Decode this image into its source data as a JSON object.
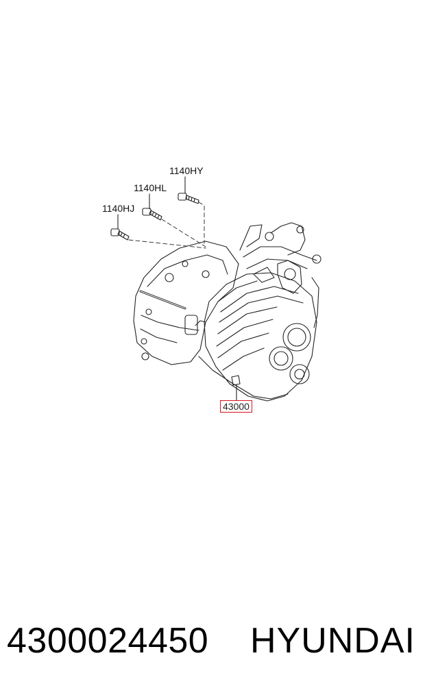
{
  "diagram": {
    "callouts": [
      {
        "id": "bolt-1140hy",
        "label": "1140HY",
        "boxed": false
      },
      {
        "id": "bolt-1140hl",
        "label": "1140HL",
        "boxed": false
      },
      {
        "id": "bolt-1140hj",
        "label": "1140HJ",
        "boxed": false
      },
      {
        "id": "assembly-43000",
        "label": "43000",
        "boxed": true
      }
    ],
    "highlight_color": "#d6141e",
    "line_color": "#222222"
  },
  "footer": {
    "part_number": "4300024450",
    "brand": "HYUNDAI"
  }
}
